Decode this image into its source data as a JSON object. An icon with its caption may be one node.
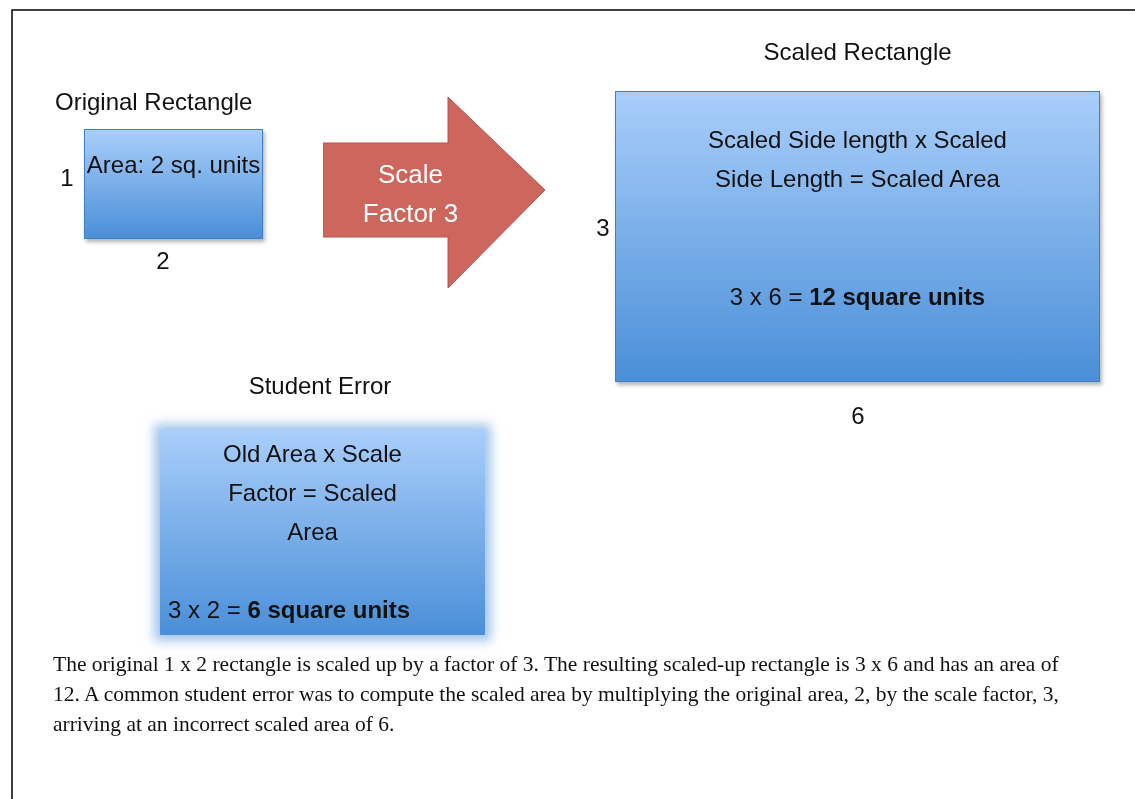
{
  "diagram": {
    "caption": "The original 1 x 2 rectangle is scaled up by a factor of 3. The resulting scaled-up rectangle is 3 x 6 and has an area of 12. A common student error was to compute the scaled area by multiplying the original area, 2, by the scale factor, 3, arriving at an incorrect scaled area of 6.",
    "nodes": [
      {
        "text": [
          "Original Rectangle",
          "Area: 2 sq. units"
        ],
        "beside": [
          "1",
          "2"
        ]
      },
      {
        "text": [
          "Scale Factor 3"
        ]
      },
      {
        "text": [
          "Scaled Rectangle",
          "Scaled Side length x Scaled Side Length = Scaled Area",
          "3 x 6 = **12 square units**"
        ],
        "beside": [
          "3",
          "6"
        ]
      },
      {
        "text": [
          "Student Error",
          "Old Area x Scale Factor = Scaled Area",
          "3 x 2 = **6 square units**"
        ]
      }
    ]
  }
}
